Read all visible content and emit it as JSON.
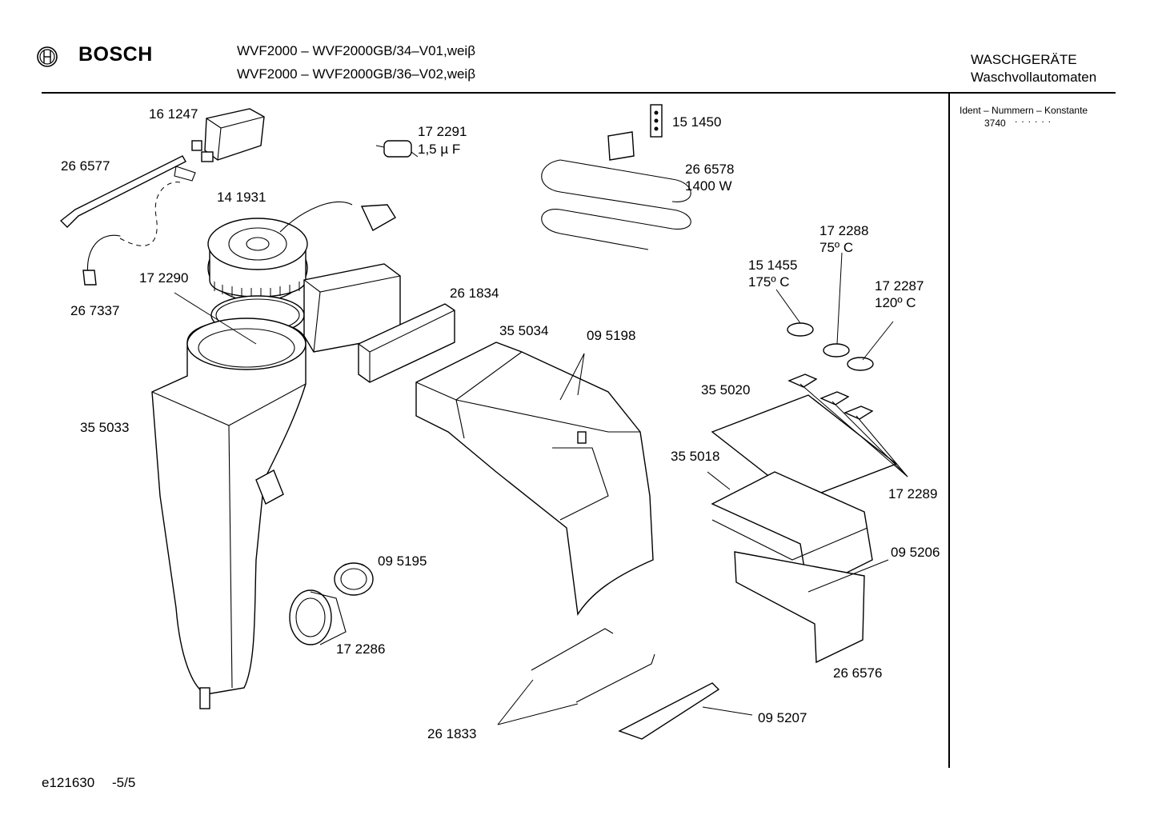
{
  "header": {
    "brand": "BOSCH",
    "logo_icon": "bosch-armature-icon",
    "model_lines": [
      "WVF2000 – WVF2000GB/34–V01,weiβ",
      "WVF2000 – WVF2000GB/36–V02,weiβ"
    ],
    "category_lines": [
      "WASCHGERÄTE",
      "Waschvollautomaten"
    ]
  },
  "side_panel": {
    "title": "Ident – Nummern – Konstante",
    "constant": "3740",
    "dots": "......"
  },
  "footer": {
    "drawing_id": "e121630",
    "page": "-5/5"
  },
  "parts": [
    {
      "id": "p161247",
      "text": "16 1247"
    },
    {
      "id": "p266577",
      "text": "26 6577"
    },
    {
      "id": "p141931",
      "text": "14 1931"
    },
    {
      "id": "p172291",
      "text": "17 2291"
    },
    {
      "id": "p172291v",
      "text": "1,5 µ F"
    },
    {
      "id": "p151450",
      "text": "15 1450"
    },
    {
      "id": "p266578",
      "text": "26 6578"
    },
    {
      "id": "p266578w",
      "text": "1400 W"
    },
    {
      "id": "p172288",
      "text": "17 2288"
    },
    {
      "id": "p172288t",
      "text": "75º C"
    },
    {
      "id": "p151455",
      "text": "15 1455"
    },
    {
      "id": "p151455t",
      "text": "175º C"
    },
    {
      "id": "p172287",
      "text": "17 2287"
    },
    {
      "id": "p172287t",
      "text": "120º C"
    },
    {
      "id": "p172290",
      "text": "17 2290"
    },
    {
      "id": "p267337",
      "text": "26 7337"
    },
    {
      "id": "p261834",
      "text": "26 1834"
    },
    {
      "id": "p355034",
      "text": "35 5034"
    },
    {
      "id": "p095198",
      "text": "09 5198"
    },
    {
      "id": "p355020",
      "text": "35 5020"
    },
    {
      "id": "p355033",
      "text": "35 5033"
    },
    {
      "id": "p355018",
      "text": "35 5018"
    },
    {
      "id": "p172289",
      "text": "17 2289"
    },
    {
      "id": "p095195",
      "text": "09 5195"
    },
    {
      "id": "p095206",
      "text": "09 5206"
    },
    {
      "id": "p172286",
      "text": "17 2286"
    },
    {
      "id": "p266576",
      "text": "26 6576"
    },
    {
      "id": "p261833",
      "text": "26 1833"
    },
    {
      "id": "p095207",
      "text": "09 5207"
    }
  ]
}
